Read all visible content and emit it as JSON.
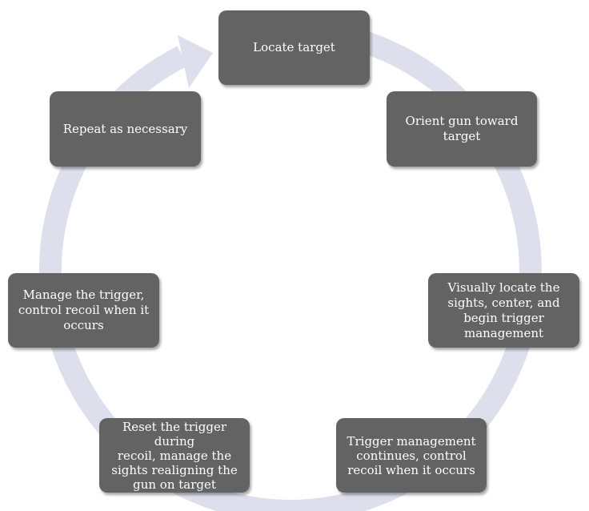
{
  "diagram": {
    "type": "cycle",
    "ring_color": "#dde0ec",
    "box_color": "#636363",
    "text_color": "#ffffff",
    "steps": [
      {
        "label": "Locate target"
      },
      {
        "label": "Orient gun toward\ntarget"
      },
      {
        "label": "Visually locate the\nsights, center, and\nbegin trigger\nmanagement"
      },
      {
        "label": "Trigger management\ncontinues, control\nrecoil when it occurs"
      },
      {
        "label": "Reset the trigger during\nrecoil, manage the\nsights realigning the\ngun on target"
      },
      {
        "label": "Manage the trigger,\ncontrol recoil when it\noccurs"
      },
      {
        "label": "Repeat as necessary"
      }
    ]
  }
}
